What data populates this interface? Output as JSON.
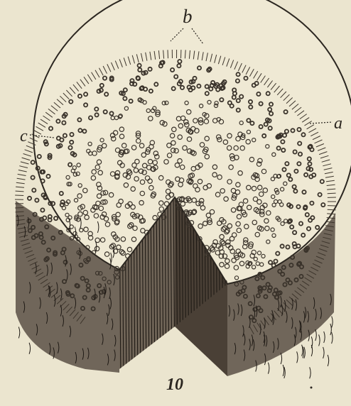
{
  "figure": {
    "number": "10",
    "labels": {
      "a": "a",
      "b": "b",
      "c": "c"
    }
  },
  "colors": {
    "paper": "#ebe5cf",
    "ink": "#2b2620",
    "face": "#efe9d4",
    "dots": "#3a332b"
  }
}
